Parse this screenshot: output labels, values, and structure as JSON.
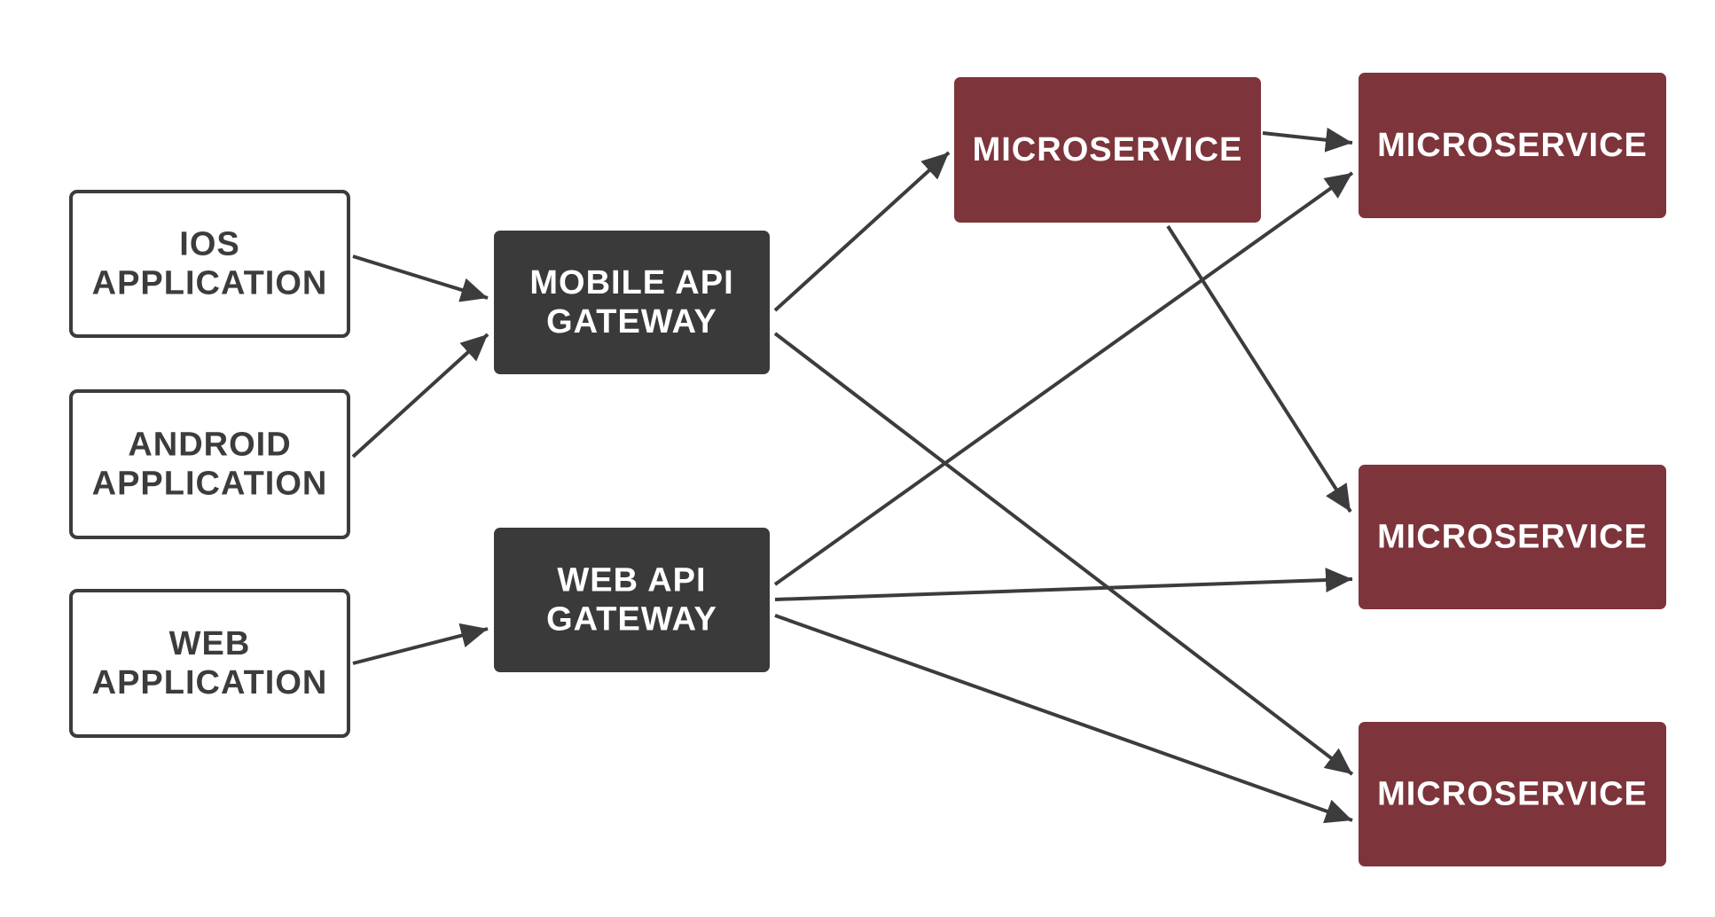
{
  "palette": {
    "background": "#ffffff",
    "client_fill": "#ffffff",
    "client_stroke": "#3c3c3c",
    "client_text": "#3c3c3c",
    "gateway_fill": "#3a3a3a",
    "gateway_text": "#ffffff",
    "service_fill": "#7d343b",
    "service_text": "#ffffff",
    "edge_color": "#3c3c3c"
  },
  "nodes": [
    {
      "id": "ios",
      "kind": "client",
      "lines": [
        "IOS",
        "APPLICATION"
      ]
    },
    {
      "id": "android",
      "kind": "client",
      "lines": [
        "ANDROID",
        "APPLICATION"
      ]
    },
    {
      "id": "web",
      "kind": "client",
      "lines": [
        "WEB",
        "APPLICATION"
      ]
    },
    {
      "id": "mobile_gw",
      "kind": "gateway",
      "lines": [
        "MOBILE API",
        "GATEWAY"
      ]
    },
    {
      "id": "web_gw",
      "kind": "gateway",
      "lines": [
        "WEB API",
        "GATEWAY"
      ]
    },
    {
      "id": "ms1",
      "kind": "service",
      "lines": [
        "MICROSERVICE"
      ]
    },
    {
      "id": "ms2",
      "kind": "service",
      "lines": [
        "MICROSERVICE"
      ]
    },
    {
      "id": "ms3",
      "kind": "service",
      "lines": [
        "MICROSERVICE"
      ]
    },
    {
      "id": "ms4",
      "kind": "service",
      "lines": [
        "MICROSERVICE"
      ]
    }
  ],
  "edges": [
    {
      "from": "ios",
      "to": "mobile_gw"
    },
    {
      "from": "android",
      "to": "mobile_gw"
    },
    {
      "from": "web",
      "to": "web_gw"
    },
    {
      "from": "mobile_gw",
      "to": "ms1"
    },
    {
      "from": "mobile_gw",
      "to": "ms4"
    },
    {
      "from": "web_gw",
      "to": "ms2"
    },
    {
      "from": "web_gw",
      "to": "ms3"
    },
    {
      "from": "web_gw",
      "to": "ms4"
    },
    {
      "from": "ms1",
      "to": "ms2"
    },
    {
      "from": "ms1",
      "to": "ms3"
    }
  ]
}
